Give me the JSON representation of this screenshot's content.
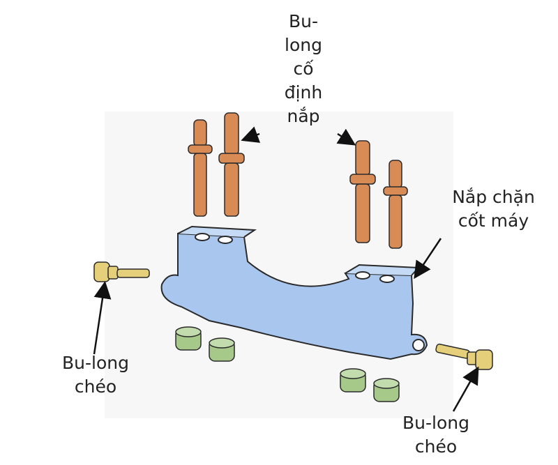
{
  "labels": {
    "top_studs": [
      "Bu-",
      "long",
      "cố",
      "định",
      "nắp"
    ],
    "bearing_cap": [
      "Nắp chặn",
      "cốt máy"
    ],
    "left_bolt": [
      "Bu-long",
      "chéo"
    ],
    "right_bolt": [
      "Bu-long",
      "chéo"
    ]
  },
  "colors": {
    "cap": "#a8c6ee",
    "stud": "#d98b55",
    "side_bolt": "#e6cf7a",
    "nut": "#a6c98a",
    "outline": "#2a2a2a"
  }
}
